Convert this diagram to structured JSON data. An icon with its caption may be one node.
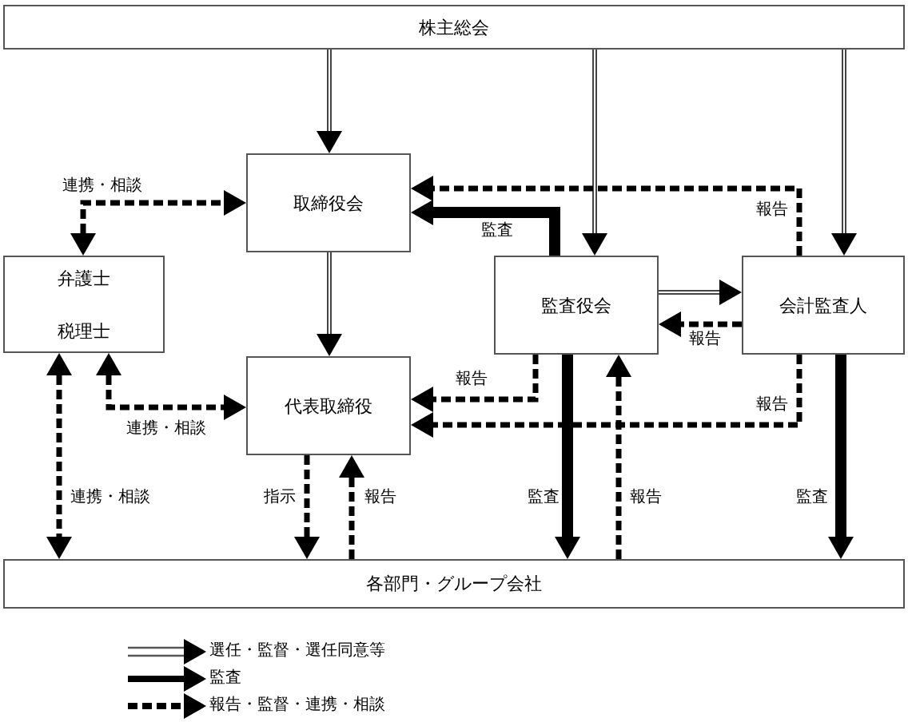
{
  "diagram": {
    "nodes": [
      {
        "text": [
          "株主総会"
        ]
      },
      {
        "text": [
          "取締役会"
        ]
      },
      {
        "text": [
          "弁護士",
          "税理士"
        ]
      },
      {
        "text": [
          "監査役会"
        ]
      },
      {
        "text": [
          "会計監査人"
        ]
      },
      {
        "text": [
          "代表取締役"
        ]
      },
      {
        "text": [
          "各部門・グループ会社"
        ]
      }
    ],
    "edges": [
      {
        "from": 0,
        "to": 1,
        "arrow": "to"
      },
      {
        "from": 0,
        "to": 3,
        "arrow": "to"
      },
      {
        "from": 0,
        "to": 4,
        "arrow": "to"
      },
      {
        "from": 1,
        "to": 5,
        "arrow": "to"
      },
      {
        "from": 3,
        "to": 4,
        "arrow": "to"
      },
      {
        "from": 3,
        "to": 1,
        "arrow": "to",
        "label": "監査",
        "style": "thick"
      },
      {
        "from": 4,
        "to": 1,
        "arrow": "to",
        "label": "報告",
        "style": "dashed"
      },
      {
        "from": 4,
        "to": 3,
        "arrow": "to",
        "label": "報告",
        "style": "dashed"
      },
      {
        "from": 3,
        "to": 5,
        "arrow": "to",
        "label": "報告",
        "style": "dashed"
      },
      {
        "from": 4,
        "to": 5,
        "arrow": "to",
        "label": "報告",
        "style": "dashed"
      },
      {
        "from": 2,
        "to": 1,
        "arrow": "both",
        "label": "連携・相談",
        "style": "dashed"
      },
      {
        "from": 2,
        "to": 5,
        "arrow": "both",
        "label": "連携・相談",
        "style": "dashed"
      },
      {
        "from": 2,
        "to": 6,
        "arrow": "both",
        "label": "連携・相談",
        "style": "dashed"
      },
      {
        "from": 5,
        "to": 6,
        "arrow": "to",
        "label": "指示",
        "style": "dashed"
      },
      {
        "from": 6,
        "to": 5,
        "arrow": "to",
        "label": "報告",
        "style": "dashed"
      },
      {
        "from": 3,
        "to": 6,
        "arrow": "to",
        "label": "監査",
        "style": "thick"
      },
      {
        "from": 6,
        "to": 3,
        "arrow": "to",
        "label": "報告",
        "style": "dashed"
      },
      {
        "from": 4,
        "to": 6,
        "arrow": "to",
        "label": "監査",
        "style": "thick"
      }
    ],
    "legend": [
      {
        "text": "選任・監督・選任同意等"
      },
      {
        "text": "監査"
      },
      {
        "text": "報告・監督・連携・相談"
      }
    ]
  }
}
